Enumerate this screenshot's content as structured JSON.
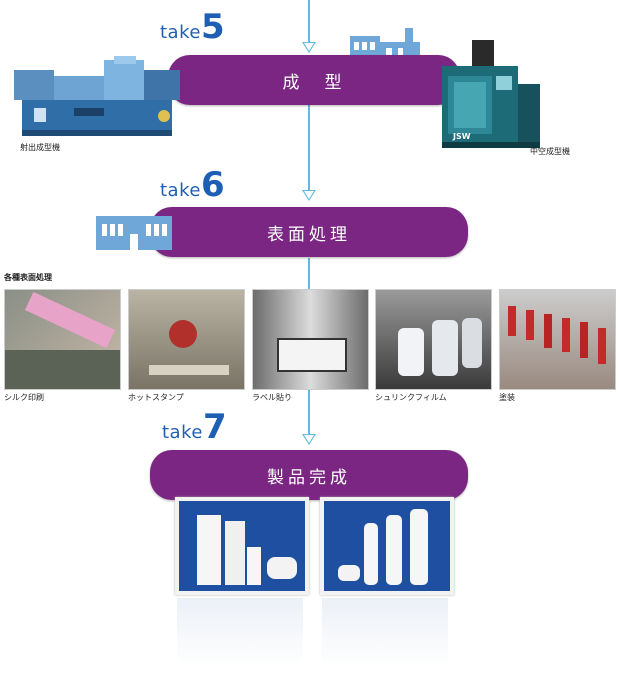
{
  "steps": [
    {
      "word": "take",
      "num": "5",
      "label": "成　型"
    },
    {
      "word": "take",
      "num": "6",
      "label": "表面処理"
    },
    {
      "word": "take",
      "num": "7",
      "label": "製品完成"
    }
  ],
  "machines": {
    "left_caption": "射出成型機",
    "right_caption": "中空成型機",
    "right_badge": "JSW"
  },
  "surface": {
    "heading": "各種表面処理",
    "items": [
      {
        "caption": "シルク印刷"
      },
      {
        "caption": "ホットスタンプ"
      },
      {
        "caption": "ラベル貼り"
      },
      {
        "caption": "シュリンクフィルム"
      },
      {
        "caption": "塗装"
      }
    ]
  },
  "colors": {
    "pill": "#7a2682",
    "line": "#5fb9e6",
    "take": "#1f5fb3",
    "panel": "#1e4fa0"
  }
}
